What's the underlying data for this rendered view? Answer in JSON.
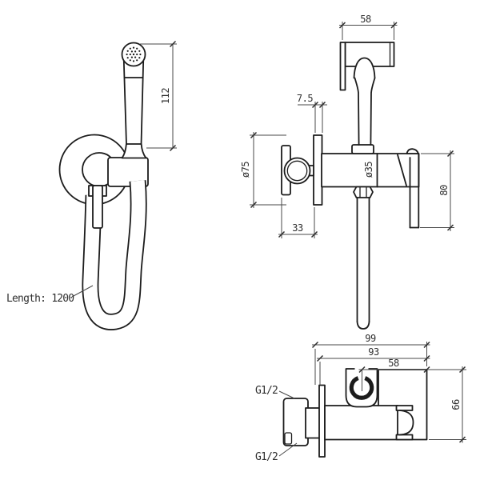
{
  "colors": {
    "background": "#ffffff",
    "line": "#1c1c1c",
    "dim_line": "#4a4a4a",
    "text": "#2f2f2f"
  },
  "front": {
    "hose_label": "Length: 1200",
    "dim_spray_height": "112"
  },
  "side": {
    "dim_head_width": "58",
    "dim_plate_offset": "7.5",
    "dim_plate_diameter": "ø75",
    "dim_knob_depth": "33",
    "dim_body_diameter": "ø35",
    "dim_handle_drop": "80"
  },
  "bottom": {
    "dim_overall_depth": "99",
    "dim_body_depth": "93",
    "dim_holder_offset": "58",
    "dim_height": "66",
    "inlet_top_label": "G1/2",
    "inlet_bottom_label": "G1/2"
  }
}
